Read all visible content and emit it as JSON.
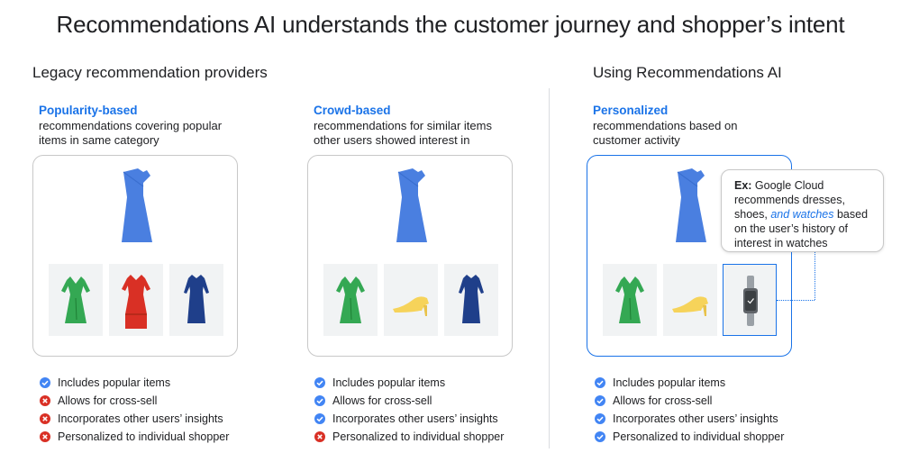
{
  "title": "Recommendations AI understands the customer journey and shopper’s intent",
  "sections": {
    "legacy": "Legacy recommendation providers",
    "using": "Using Recommendations AI"
  },
  "columns": [
    {
      "title": "Popularity-based",
      "desc": "recommendations covering popular items in same category",
      "items": [
        "green-dress",
        "red-dress",
        "navy-dress"
      ],
      "checks": [
        {
          "label": "Includes popular items",
          "status": "yes"
        },
        {
          "label": "Allows for cross-sell",
          "status": "no"
        },
        {
          "label": "Incorporates other users’ insights",
          "status": "no"
        },
        {
          "label": "Personalized to individual shopper",
          "status": "no"
        }
      ]
    },
    {
      "title": "Crowd-based",
      "desc": "recommendations for similar items other users showed interest in",
      "items": [
        "green-dress",
        "yellow-heel",
        "navy-dress"
      ],
      "checks": [
        {
          "label": "Includes popular items",
          "status": "yes"
        },
        {
          "label": "Allows for cross-sell",
          "status": "yes"
        },
        {
          "label": "Incorporates other users’ insights",
          "status": "yes"
        },
        {
          "label": "Personalized to individual shopper",
          "status": "no"
        }
      ]
    },
    {
      "title": "Personalized",
      "desc": "recommendations based on customer activity",
      "items": [
        "green-dress",
        "yellow-heel",
        "watch"
      ],
      "checks": [
        {
          "label": "Includes popular items",
          "status": "yes"
        },
        {
          "label": "Allows for cross-sell",
          "status": "yes"
        },
        {
          "label": "Incorporates other users’ insights",
          "status": "yes"
        },
        {
          "label": "Personalized to individual shopper",
          "status": "yes"
        }
      ]
    }
  ],
  "callout": {
    "prefix": "Ex:",
    "text1": " Google Cloud recommends dresses, shoes, ",
    "highlight": "and watches",
    "text2": " based on the user’s history of interest in watches"
  },
  "colors": {
    "accent": "#1a73e8",
    "check_yes": "#4285f4",
    "check_no": "#d93025",
    "hero_dress": "#4a7fe0",
    "green_dress": "#34a853",
    "red_dress": "#d93025",
    "navy_dress": "#1f3f8a",
    "heel": "#f6d35a"
  }
}
